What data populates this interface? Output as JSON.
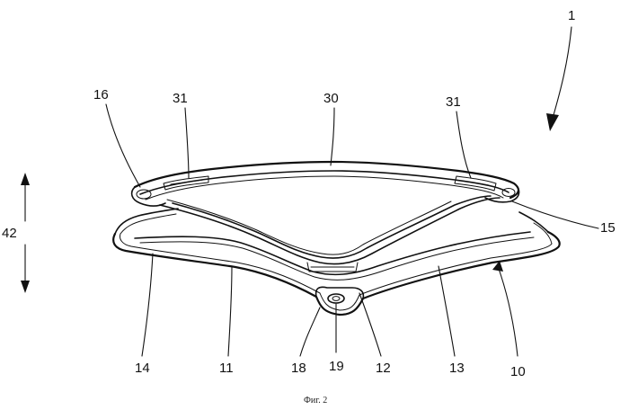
{
  "figure": {
    "caption": "Фиг. 2",
    "dimension_label": "42",
    "labels": {
      "assembly": "1",
      "outer_frame": "10",
      "front_rim": "11",
      "center_rim": "12",
      "right_rim": "13",
      "left_rim": "14",
      "right_corner": "15",
      "left_corner": "16",
      "lug": "18",
      "hole": "19",
      "top_rib": "30",
      "slot_left": "31",
      "slot_right": "31"
    }
  }
}
